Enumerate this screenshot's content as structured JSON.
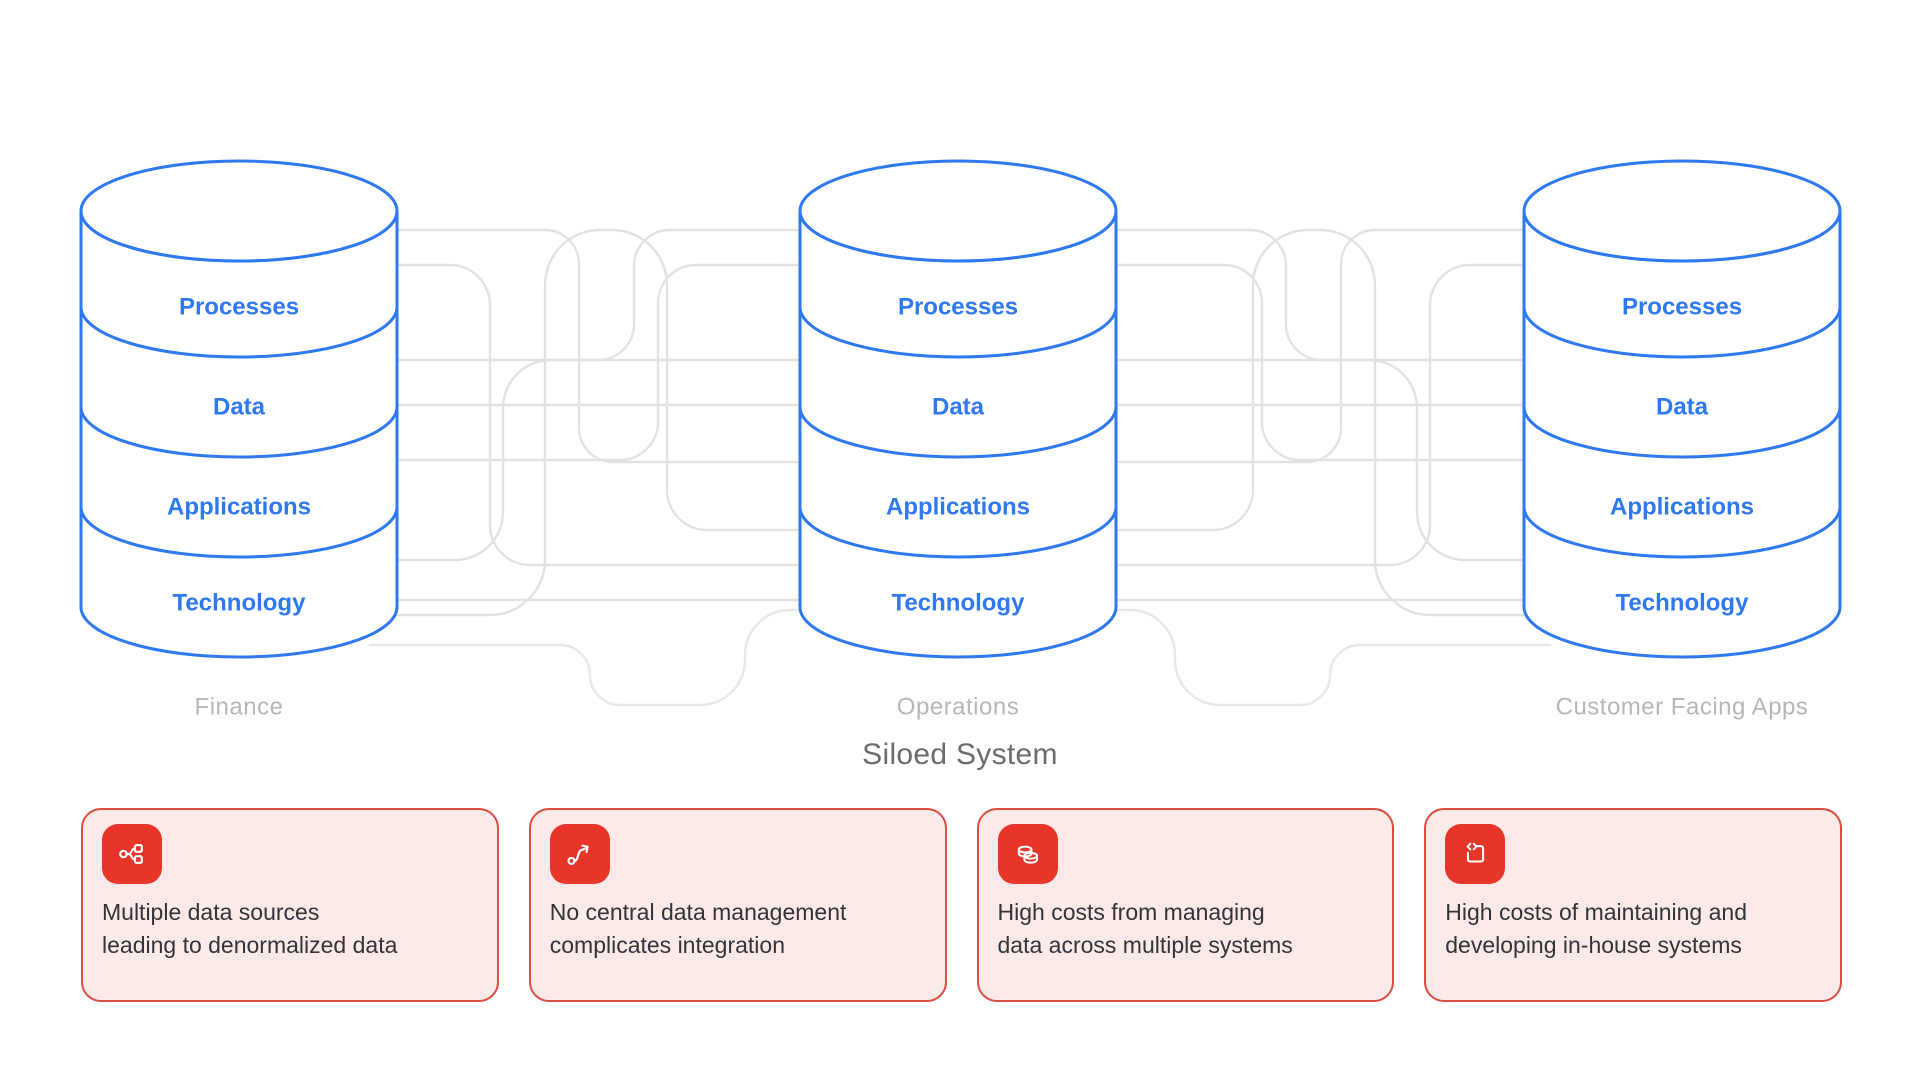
{
  "diagram": {
    "title": "Siloed System",
    "silos": [
      {
        "name": "Finance",
        "layers": [
          "Processes",
          "Data",
          "Applications",
          "Technology"
        ]
      },
      {
        "name": "Operations",
        "layers": [
          "Processes",
          "Data",
          "Applications",
          "Technology"
        ]
      },
      {
        "name": "Customer Facing Apps",
        "layers": [
          "Processes",
          "Data",
          "Applications",
          "Technology"
        ]
      }
    ]
  },
  "issues": [
    {
      "icon": "data-flow-split-icon",
      "lines": [
        "Multiple data sources",
        "leading to denormalized data"
      ]
    },
    {
      "icon": "trend-route-icon",
      "lines": [
        "No central data management",
        "complicates integration"
      ]
    },
    {
      "icon": "coins-icon",
      "lines": [
        "High costs from managing",
        "data across multiple systems"
      ]
    },
    {
      "icon": "code-box-icon",
      "lines": [
        "High costs of maintaining and",
        "developing in-house systems"
      ]
    }
  ],
  "colors": {
    "cylinder_stroke": "#2E78F0",
    "layer_label": "#2E78F0",
    "silo_name": "#B9B6B3",
    "title": "#6F6B67",
    "connector_line": "#E2E2E2",
    "card_background": "#FCEAE8",
    "card_border": "#DD4B41",
    "icon_tile": "#E8352A",
    "card_text": "#333338"
  }
}
